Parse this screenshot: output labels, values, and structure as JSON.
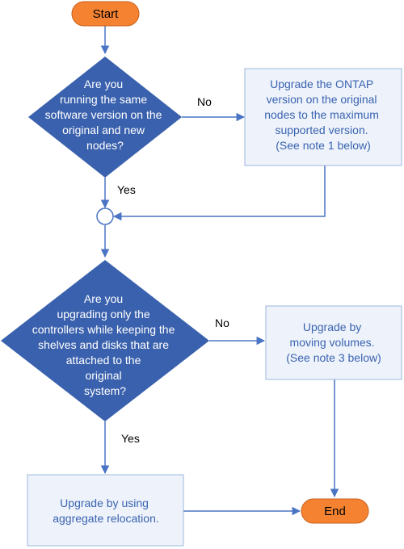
{
  "colors": {
    "terminal_fill": "#f58231",
    "terminal_stroke": "#c9601b",
    "decision_fill": "#3a61ad",
    "process_fill": "#eef3fb",
    "process_stroke": "#9db7de",
    "process_text": "#3a63b0",
    "connector": "#4a74c4",
    "decision_text": "#ffffff",
    "label_text": "#000000"
  },
  "nodes": {
    "start": {
      "label": "Start"
    },
    "decision_software": {
      "lines": [
        "Are you",
        "running the same",
        "software version on the",
        "original and new",
        "nodes?"
      ]
    },
    "process_upgrade_ontap": {
      "lines": [
        "Upgrade the ONTAP",
        "version on the original",
        "nodes to the maximum",
        "supported version.",
        "(See note 1 below)"
      ]
    },
    "decision_controllers": {
      "lines": [
        "Are you",
        "upgrading only the",
        "controllers while keeping the",
        "shelves and disks that are",
        "attached to the",
        "original",
        "system?"
      ]
    },
    "process_moving_volumes": {
      "lines": [
        "Upgrade by",
        "moving volumes.",
        "(See note 3 below)"
      ]
    },
    "process_aggregate_relocation": {
      "lines": [
        "Upgrade by using",
        "aggregate relocation."
      ]
    },
    "end": {
      "label": "End"
    }
  },
  "edges": {
    "software_no": "No",
    "software_yes": "Yes",
    "controllers_no": "No",
    "controllers_yes": "Yes"
  }
}
